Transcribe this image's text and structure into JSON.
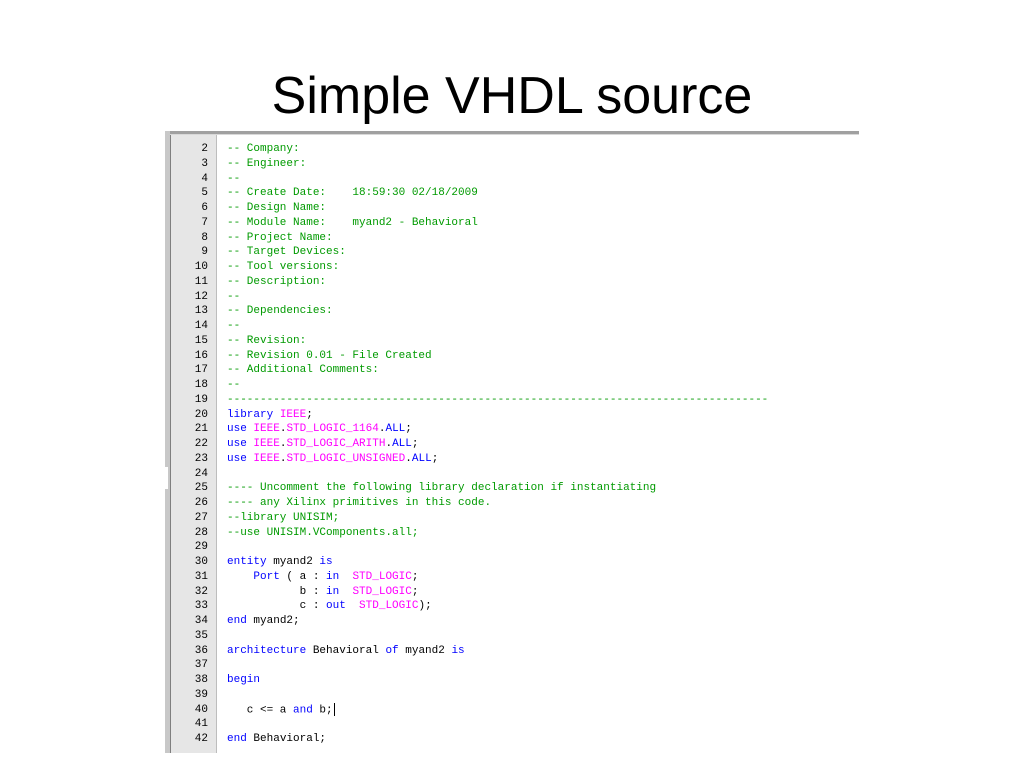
{
  "slide": {
    "title": "Simple VHDL source"
  },
  "colors": {
    "comment": "#009a00",
    "keyword": "#0000ff",
    "type": "#ff00ff",
    "text": "#000000",
    "gutter": "#e6e6e6"
  },
  "editor": {
    "lines": [
      {
        "num": "2",
        "tokens": [
          {
            "t": "cm",
            "v": "-- Company:"
          }
        ]
      },
      {
        "num": "3",
        "tokens": [
          {
            "t": "cm",
            "v": "-- Engineer:"
          }
        ]
      },
      {
        "num": "4",
        "tokens": [
          {
            "t": "cm",
            "v": "--"
          }
        ]
      },
      {
        "num": "5",
        "tokens": [
          {
            "t": "cm",
            "v": "-- Create Date:    18:59:30 02/18/2009"
          }
        ]
      },
      {
        "num": "6",
        "tokens": [
          {
            "t": "cm",
            "v": "-- Design Name:"
          }
        ]
      },
      {
        "num": "7",
        "tokens": [
          {
            "t": "cm",
            "v": "-- Module Name:    myand2 - Behavioral"
          }
        ]
      },
      {
        "num": "8",
        "tokens": [
          {
            "t": "cm",
            "v": "-- Project Name:"
          }
        ]
      },
      {
        "num": "9",
        "tokens": [
          {
            "t": "cm",
            "v": "-- Target Devices:"
          }
        ]
      },
      {
        "num": "10",
        "tokens": [
          {
            "t": "cm",
            "v": "-- Tool versions:"
          }
        ]
      },
      {
        "num": "11",
        "tokens": [
          {
            "t": "cm",
            "v": "-- Description:"
          }
        ]
      },
      {
        "num": "12",
        "tokens": [
          {
            "t": "cm",
            "v": "--"
          }
        ]
      },
      {
        "num": "13",
        "tokens": [
          {
            "t": "cm",
            "v": "-- Dependencies:"
          }
        ]
      },
      {
        "num": "14",
        "tokens": [
          {
            "t": "cm",
            "v": "--"
          }
        ]
      },
      {
        "num": "15",
        "tokens": [
          {
            "t": "cm",
            "v": "-- Revision:"
          }
        ]
      },
      {
        "num": "16",
        "tokens": [
          {
            "t": "cm",
            "v": "-- Revision 0.01 - File Created"
          }
        ]
      },
      {
        "num": "17",
        "tokens": [
          {
            "t": "cm",
            "v": "-- Additional Comments:"
          }
        ]
      },
      {
        "num": "18",
        "tokens": [
          {
            "t": "cm",
            "v": "--"
          }
        ]
      },
      {
        "num": "19",
        "tokens": [
          {
            "t": "cm",
            "v": "----------------------------------------------------------------------------------"
          }
        ]
      },
      {
        "num": "20",
        "tokens": [
          {
            "t": "kw",
            "v": "library"
          },
          {
            "t": "tx",
            "v": " "
          },
          {
            "t": "ty",
            "v": "IEEE"
          },
          {
            "t": "tx",
            "v": ";"
          }
        ]
      },
      {
        "num": "21",
        "tokens": [
          {
            "t": "kw",
            "v": "use"
          },
          {
            "t": "tx",
            "v": " "
          },
          {
            "t": "ty",
            "v": "IEEE"
          },
          {
            "t": "tx",
            "v": "."
          },
          {
            "t": "ty",
            "v": "STD_LOGIC_1164"
          },
          {
            "t": "tx",
            "v": "."
          },
          {
            "t": "kw",
            "v": "ALL"
          },
          {
            "t": "tx",
            "v": ";"
          }
        ]
      },
      {
        "num": "22",
        "tokens": [
          {
            "t": "kw",
            "v": "use"
          },
          {
            "t": "tx",
            "v": " "
          },
          {
            "t": "ty",
            "v": "IEEE"
          },
          {
            "t": "tx",
            "v": "."
          },
          {
            "t": "ty",
            "v": "STD_LOGIC_ARITH"
          },
          {
            "t": "tx",
            "v": "."
          },
          {
            "t": "kw",
            "v": "ALL"
          },
          {
            "t": "tx",
            "v": ";"
          }
        ]
      },
      {
        "num": "23",
        "tokens": [
          {
            "t": "kw",
            "v": "use"
          },
          {
            "t": "tx",
            "v": " "
          },
          {
            "t": "ty",
            "v": "IEEE"
          },
          {
            "t": "tx",
            "v": "."
          },
          {
            "t": "ty",
            "v": "STD_LOGIC_UNSIGNED"
          },
          {
            "t": "tx",
            "v": "."
          },
          {
            "t": "kw",
            "v": "ALL"
          },
          {
            "t": "tx",
            "v": ";"
          }
        ]
      },
      {
        "num": "24",
        "tokens": []
      },
      {
        "num": "25",
        "tokens": [
          {
            "t": "cm",
            "v": "---- Uncomment the following library declaration if instantiating"
          }
        ]
      },
      {
        "num": "26",
        "tokens": [
          {
            "t": "cm",
            "v": "---- any Xilinx primitives in this code."
          }
        ]
      },
      {
        "num": "27",
        "tokens": [
          {
            "t": "cm",
            "v": "--library UNISIM;"
          }
        ]
      },
      {
        "num": "28",
        "tokens": [
          {
            "t": "cm",
            "v": "--use UNISIM.VComponents.all;"
          }
        ]
      },
      {
        "num": "29",
        "tokens": []
      },
      {
        "num": "30",
        "tokens": [
          {
            "t": "kw",
            "v": "entity"
          },
          {
            "t": "tx",
            "v": " myand2 "
          },
          {
            "t": "kw",
            "v": "is"
          }
        ]
      },
      {
        "num": "31",
        "tokens": [
          {
            "t": "tx",
            "v": "    "
          },
          {
            "t": "kw",
            "v": "Port"
          },
          {
            "t": "tx",
            "v": " ( a : "
          },
          {
            "t": "kw",
            "v": "in"
          },
          {
            "t": "tx",
            "v": "  "
          },
          {
            "t": "ty",
            "v": "STD_LOGIC"
          },
          {
            "t": "tx",
            "v": ";"
          }
        ]
      },
      {
        "num": "32",
        "tokens": [
          {
            "t": "tx",
            "v": "           b : "
          },
          {
            "t": "kw",
            "v": "in"
          },
          {
            "t": "tx",
            "v": "  "
          },
          {
            "t": "ty",
            "v": "STD_LOGIC"
          },
          {
            "t": "tx",
            "v": ";"
          }
        ]
      },
      {
        "num": "33",
        "tokens": [
          {
            "t": "tx",
            "v": "           c : "
          },
          {
            "t": "kw",
            "v": "out"
          },
          {
            "t": "tx",
            "v": "  "
          },
          {
            "t": "ty",
            "v": "STD_LOGIC"
          },
          {
            "t": "tx",
            "v": ");"
          }
        ]
      },
      {
        "num": "34",
        "tokens": [
          {
            "t": "kw",
            "v": "end"
          },
          {
            "t": "tx",
            "v": " myand2;"
          }
        ]
      },
      {
        "num": "35",
        "tokens": []
      },
      {
        "num": "36",
        "tokens": [
          {
            "t": "kw",
            "v": "architecture"
          },
          {
            "t": "tx",
            "v": " Behavioral "
          },
          {
            "t": "kw",
            "v": "of"
          },
          {
            "t": "tx",
            "v": " myand2 "
          },
          {
            "t": "kw",
            "v": "is"
          }
        ]
      },
      {
        "num": "37",
        "tokens": []
      },
      {
        "num": "38",
        "tokens": [
          {
            "t": "kw",
            "v": "begin"
          }
        ]
      },
      {
        "num": "39",
        "tokens": []
      },
      {
        "num": "40",
        "tokens": [
          {
            "t": "tx",
            "v": "   c <= a "
          },
          {
            "t": "kw",
            "v": "and"
          },
          {
            "t": "tx",
            "v": " b;"
          }
        ],
        "caret": true
      },
      {
        "num": "41",
        "tokens": []
      },
      {
        "num": "42",
        "tokens": [
          {
            "t": "kw",
            "v": "end"
          },
          {
            "t": "tx",
            "v": " Behavioral;"
          }
        ]
      }
    ]
  }
}
